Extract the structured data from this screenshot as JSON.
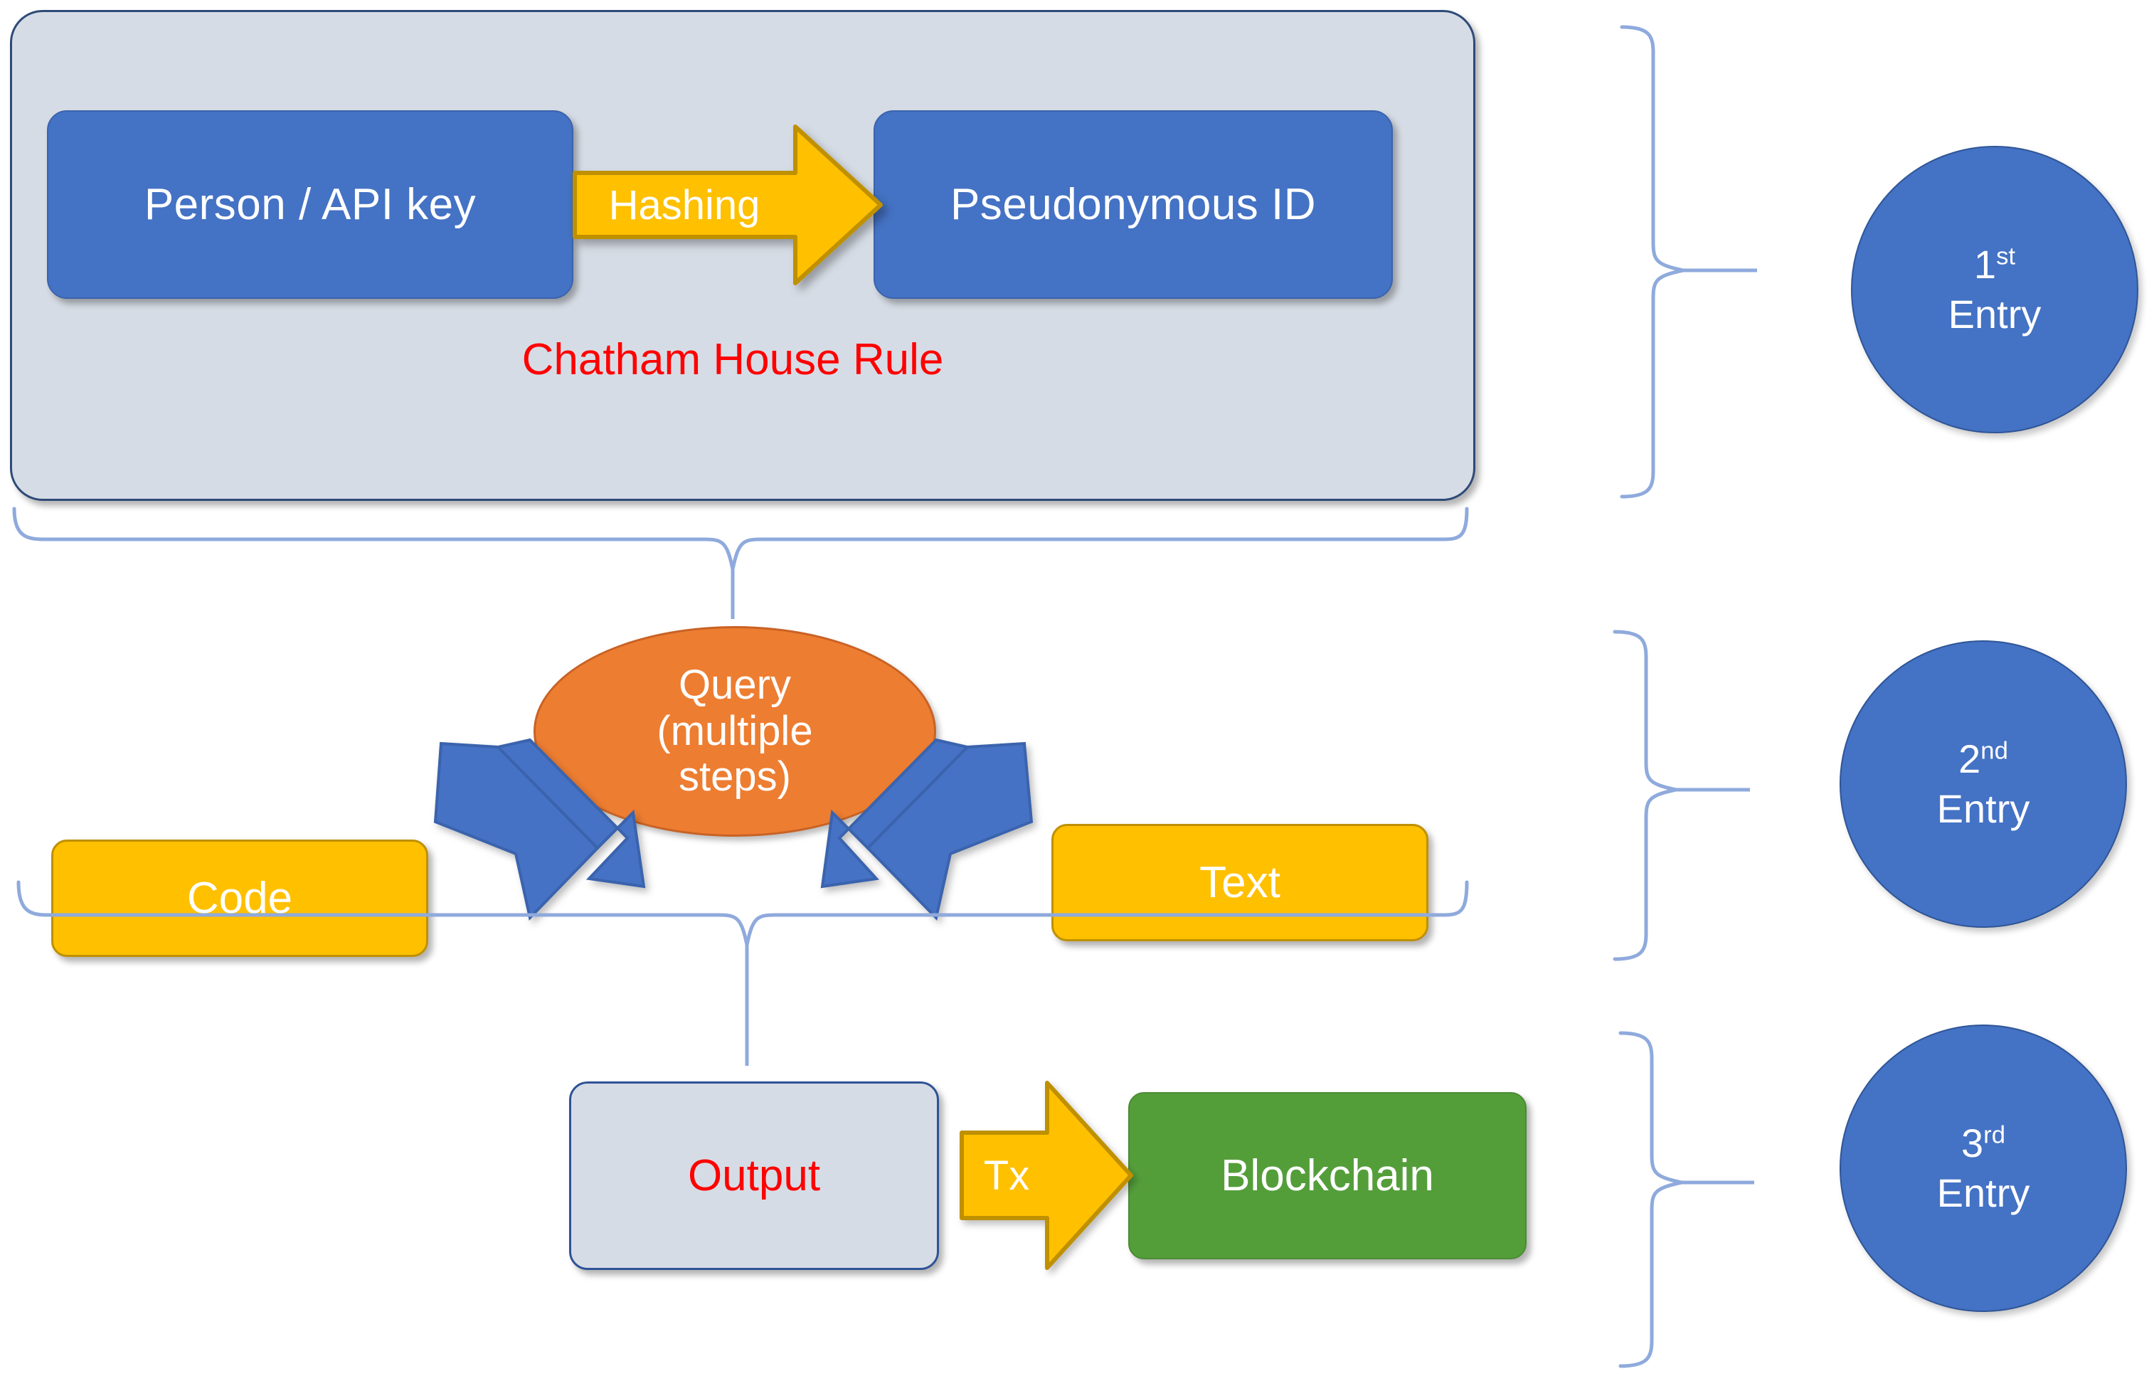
{
  "diagram": {
    "title": "Pseudonymous query and blockchain logging flow",
    "colors": {
      "group_fill": "#d6dce5",
      "group_border": "#2e4a78",
      "blue_box": "#4472c4",
      "gold": "#ffc000",
      "gold_border": "#bf9000",
      "orange": "#ed7d31",
      "green": "#549e3a",
      "red_text": "#ff0000",
      "brace": "#8faadc",
      "arrow_blue": "#4472c4"
    }
  },
  "stage1": {
    "group_label": "Chatham House Rule",
    "source_box": "Person / API key",
    "arrow_label": "Hashing",
    "target_box": "Pseudonymous ID"
  },
  "stage2": {
    "query_line1": "Query",
    "query_line2": "(multiple",
    "query_line3": "steps)",
    "left_box": "Code",
    "right_box": "Text"
  },
  "stage3": {
    "output_box": "Output",
    "arrow_label": "Tx",
    "target_box": "Blockchain"
  },
  "entries": [
    {
      "ordinal": "1",
      "suffix": "st",
      "label": "Entry"
    },
    {
      "ordinal": "2",
      "suffix": "nd",
      "label": "Entry"
    },
    {
      "ordinal": "3",
      "suffix": "rd",
      "label": "Entry"
    }
  ]
}
